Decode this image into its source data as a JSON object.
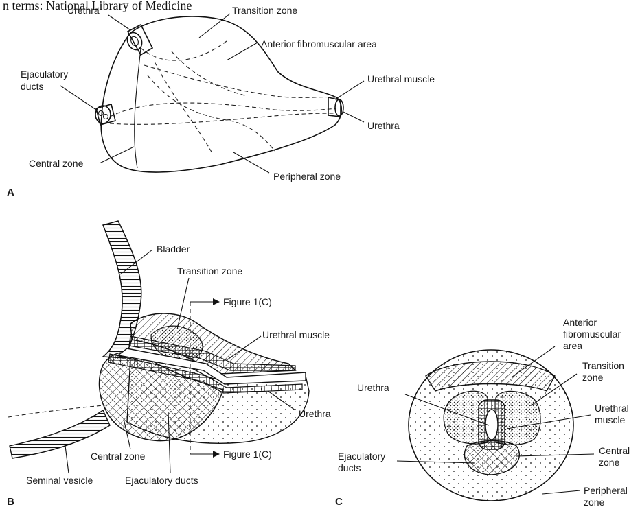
{
  "caption": "n terms: National Library of Medicine",
  "panels": {
    "a": {
      "letter": "A",
      "labels": {
        "urethra_top": "Urethra",
        "transition_zone": "Transition zone",
        "anterior_fibromuscular": "Anterior fibromuscular area",
        "ejaculatory_ducts": [
          "Ejaculatory",
          "ducts"
        ],
        "urethral_muscle": "Urethral muscle",
        "urethra_right": "Urethra",
        "central_zone": "Central zone",
        "peripheral_zone": "Peripheral zone"
      }
    },
    "b": {
      "letter": "B",
      "labels": {
        "bladder": "Bladder",
        "transition_zone": "Transition zone",
        "figure_ref_top": "Figure 1(C)",
        "urethral_muscle": "Urethral muscle",
        "urethra": "Urethra",
        "central_zone": "Central zone",
        "figure_ref_bottom": "Figure 1(C)",
        "seminal_vesicle": "Seminal vesicle",
        "ejaculatory_ducts": "Ejaculatory ducts"
      }
    },
    "c": {
      "letter": "C",
      "labels": {
        "anterior_fibromuscular": [
          "Anterior",
          "fibromuscular",
          "area"
        ],
        "transition_zone": [
          "Transition",
          "zone"
        ],
        "urethra": "Urethra",
        "urethral_muscle": [
          "Urethral",
          "muscle"
        ],
        "central_zone": [
          "Central",
          "zone"
        ],
        "ejaculatory_ducts": [
          "Ejaculatory",
          "ducts"
        ],
        "peripheral_zone": [
          "Peripheral",
          "zone"
        ]
      }
    }
  }
}
